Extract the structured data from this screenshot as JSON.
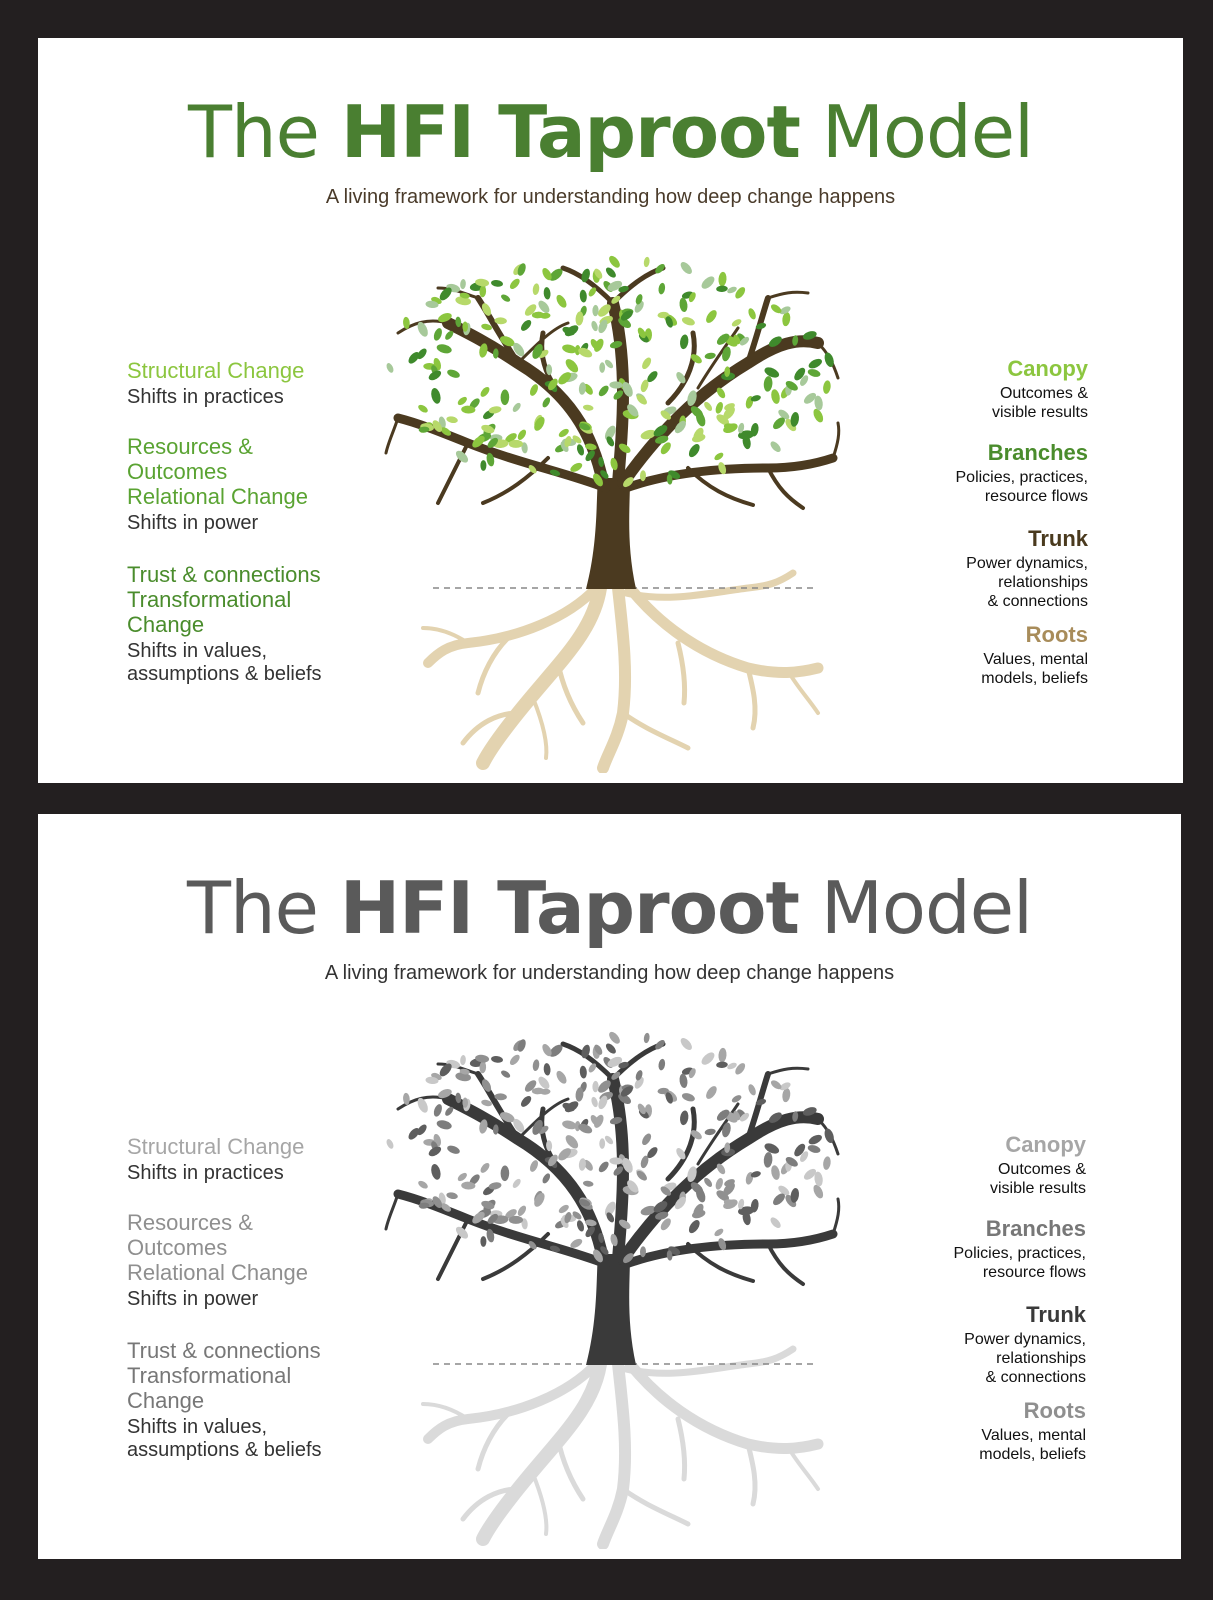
{
  "panels": [
    {
      "title": {
        "prefix": "The",
        "bold": "HFI Taproot",
        "suffix": "Model"
      },
      "subtitle": "A living framework for understanding how deep change happens",
      "left_items": [
        {
          "heading": "Structural Change",
          "sub": "Shifts in practices"
        },
        {
          "heading": "Resources &\nOutcomes\nRelational Change",
          "sub": "Shifts in power"
        },
        {
          "heading": "Trust & connections\nTransformational\nChange",
          "sub": "Shifts in values,\nassumptions & beliefs"
        }
      ],
      "right_items": [
        {
          "heading": "Canopy",
          "sub": "Outcomes &\nvisible results"
        },
        {
          "heading": "Branches",
          "sub": "Policies, practices,\nresource flows"
        },
        {
          "heading": "Trunk",
          "sub": "Power dynamics,\nrelationships\n& connections"
        },
        {
          "heading": "Roots",
          "sub": "Values, mental\nmodels, beliefs"
        }
      ],
      "colors": {
        "left_headings": [
          "#8cc63f",
          "#5aa332",
          "#4a8c2c"
        ],
        "right_headings": [
          "#8cc63f",
          "#4a8c2c",
          "#4a3a1e",
          "#a88c5a"
        ],
        "trunk": "#4b3a20",
        "roots": "#e3d3b0",
        "leaves": [
          "#8cc63f",
          "#5ea637",
          "#3f8a2c",
          "#a7c99a",
          "#b7d96a"
        ]
      }
    },
    {
      "title": {
        "prefix": "The",
        "bold": "HFI Taproot",
        "suffix": "Model"
      },
      "subtitle": "A living framework for understanding how deep change happens",
      "left_items": [
        {
          "heading": "Structural Change",
          "sub": "Shifts in practices"
        },
        {
          "heading": "Resources &\nOutcomes\nRelational Change",
          "sub": "Shifts in power"
        },
        {
          "heading": "Trust & connections\nTransformational\nChange",
          "sub": "Shifts in values,\nassumptions & beliefs"
        }
      ],
      "right_items": [
        {
          "heading": "Canopy",
          "sub": "Outcomes &\nvisible results"
        },
        {
          "heading": "Branches",
          "sub": "Policies, practices,\nresource flows"
        },
        {
          "heading": "Trunk",
          "sub": "Power dynamics,\nrelationships\n& connections"
        },
        {
          "heading": "Roots",
          "sub": "Values, mental\nmodels, beliefs"
        }
      ],
      "colors": {
        "left_headings": [
          "#a6a6a6",
          "#8f8f8f",
          "#777777"
        ],
        "right_headings": [
          "#a6a6a6",
          "#777777",
          "#3a3a3a",
          "#8f8f8f"
        ],
        "trunk": "#3a3a3a",
        "roots": "#dadada",
        "leaves": [
          "#a6a6a6",
          "#7d7d7d",
          "#5e5e5e",
          "#c8c8c8",
          "#909090"
        ]
      }
    }
  ]
}
